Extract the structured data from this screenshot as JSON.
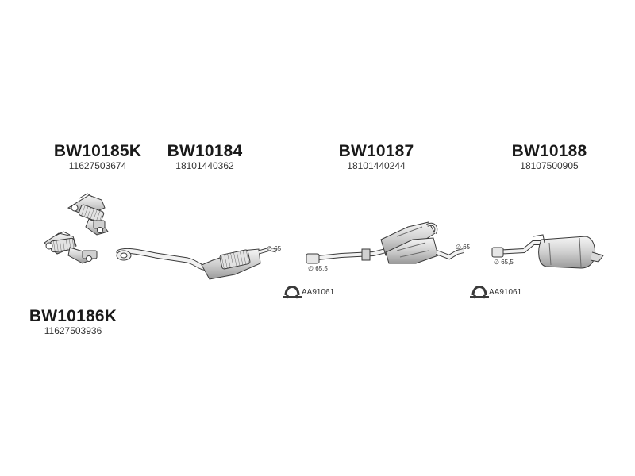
{
  "parts": [
    {
      "id": "manifold-left",
      "code": "BW10185K",
      "oem": "11627503674"
    },
    {
      "id": "front-pipe",
      "code": "BW10184",
      "oem": "18101440362"
    },
    {
      "id": "middle-silencer",
      "code": "BW10187",
      "oem": "18101440244"
    },
    {
      "id": "rear-silencer",
      "code": "BW10188",
      "oem": "18107500905"
    },
    {
      "id": "manifold-right",
      "code": "BW10186K",
      "oem": "11627503936"
    }
  ],
  "dimensions": {
    "front_pipe_outlet": "∅ 65",
    "middle_inlet": "∅ 65,5",
    "middle_outlet": "∅ 65",
    "rear_inlet": "∅ 65,5"
  },
  "clamps": [
    {
      "code": "AA91061"
    },
    {
      "code": "AA91061"
    }
  ],
  "colors": {
    "line": "#3a3a3a",
    "fill_light": "#eeeeee",
    "fill_mid": "#c8c8c8",
    "text": "#1a1a1a"
  }
}
